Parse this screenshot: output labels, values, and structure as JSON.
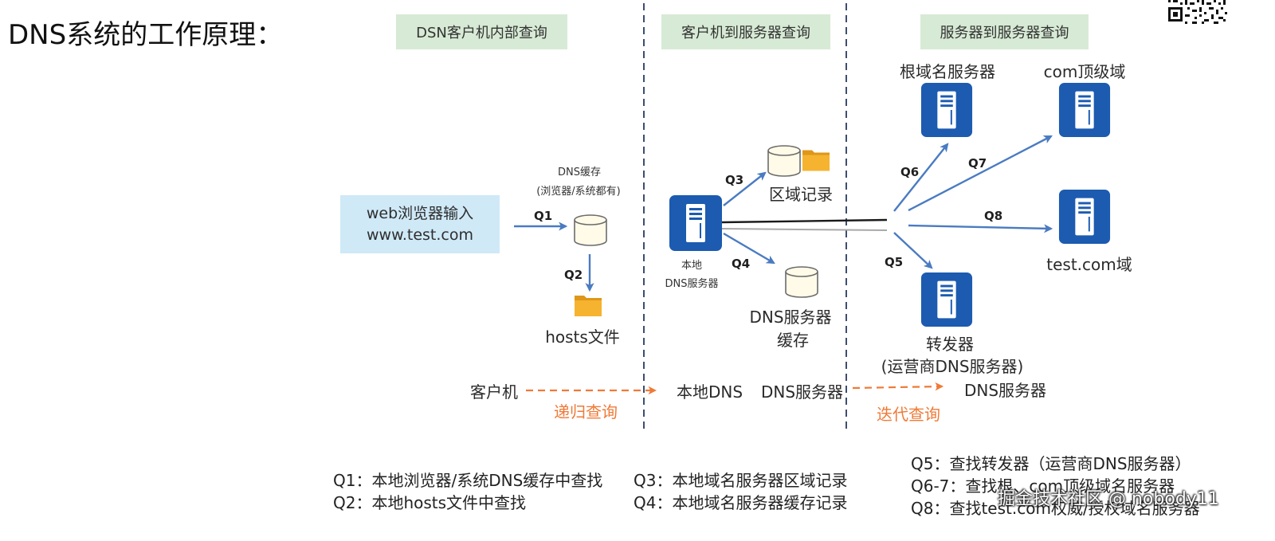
{
  "title": "DNS系统的工作原理：",
  "sections": [
    "DSN客户机内部查询",
    "客户机到服务器查询",
    "服务器到服务器查询"
  ],
  "client": {
    "browser_input": {
      "label": "web浏览器输入",
      "url": "www.test.com"
    },
    "dns_cache": {
      "label": "DNS缓存",
      "note": "(浏览器/系统都有)"
    },
    "hosts_file": "hosts文件"
  },
  "local_server": {
    "label": [
      "本地",
      "DNS服务器"
    ],
    "zone_records": "区域记录",
    "cache": [
      "DNS服务器",
      "缓存"
    ]
  },
  "remote_servers": {
    "root": "根域名服务器",
    "com_tld": "com顶级域",
    "test_com": "test.com域",
    "forwarder": [
      "转发器",
      "(运营商DNS服务器)"
    ]
  },
  "queries": {
    "q1": "Q1",
    "q2": "Q2",
    "q3": "Q3",
    "q4": "Q4",
    "q5": "Q5",
    "q6": "Q6",
    "q7": "Q7",
    "q8": "Q8"
  },
  "flow": {
    "client": "客户机",
    "recursive_query": "递归查询",
    "local_dns": "本地DNS",
    "dns_server_left": "DNS服务器",
    "iterative_query": "迭代查询",
    "dns_server_right": "DNS服务器"
  },
  "legend": [
    "Q1：本地浏览器/系统DNS缓存中查找",
    "Q2：本地hosts文件中查找",
    "Q3：本地域名服务器区域记录",
    "Q4：本地域名服务器缓存记录",
    "Q5：查找转发器（运营商DNS服务器）",
    "Q6-7：查找根、com顶级域名服务器",
    "Q8：查找test.com权威/授权域名服务器"
  ],
  "watermark": "掘金技术社区 @ nobody11",
  "icons": {
    "server": "server-icon",
    "database": "database-icon",
    "folder": "folder-icon",
    "qr": "qr-code"
  },
  "colors": {
    "header_green": "#d7ead5",
    "input_blue": "#cfe9f7",
    "server_blue": "#1c5bb0",
    "arrow_blue": "#4a7bc1",
    "divider": "#3e4d70",
    "orange": "#ef7a37",
    "folder": "#f5b32f",
    "text": "#2a2a2a"
  }
}
